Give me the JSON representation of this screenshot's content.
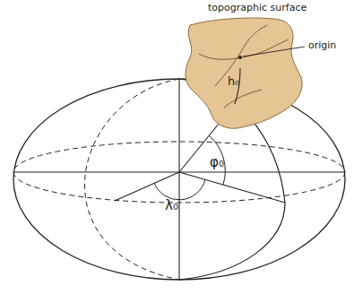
{
  "diagram": {
    "labels": [
      "topographic surface",
      "origin",
      "h₀",
      "φ₀",
      "λ₀"
    ]
  }
}
